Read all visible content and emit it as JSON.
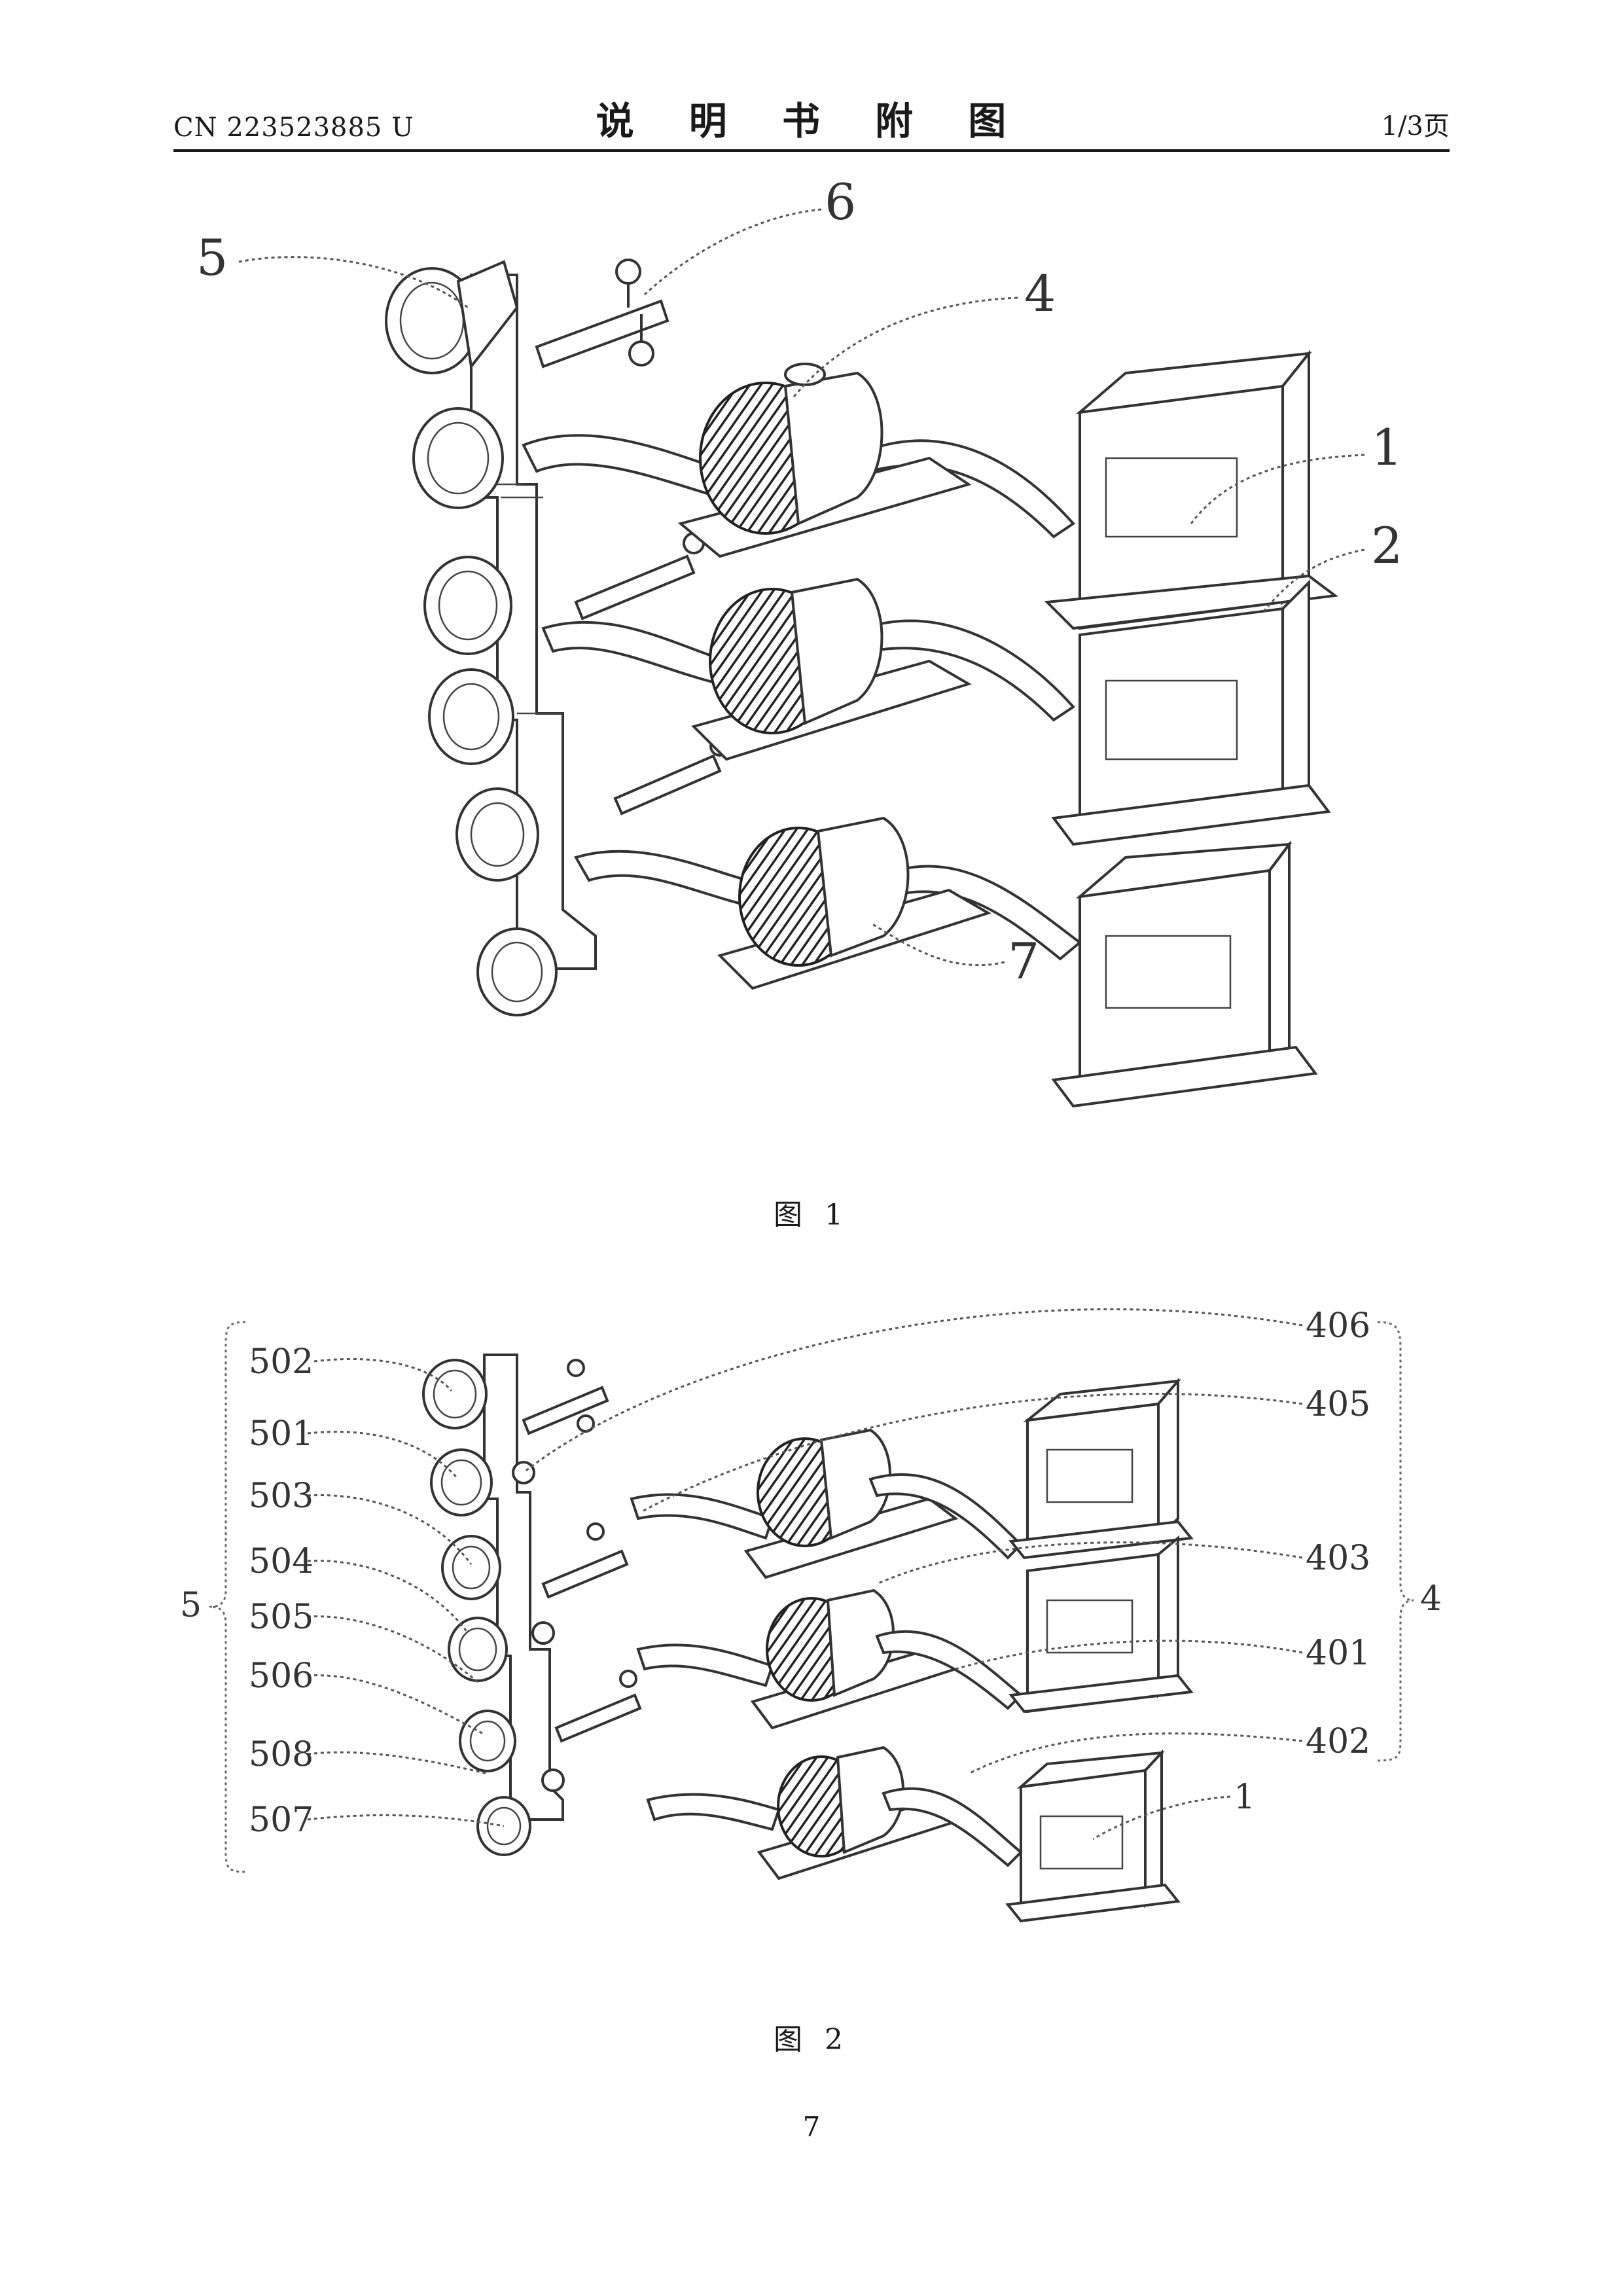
{
  "header": {
    "doc_number": "CN 223523885 U",
    "section_title": "说 明 书 附 图",
    "page_fraction": "1/3页"
  },
  "figure1": {
    "caption": "图 1",
    "labels": [
      "5",
      "6",
      "4",
      "1",
      "2",
      "7"
    ]
  },
  "figure2": {
    "caption": "图 2",
    "labels_left": [
      "502",
      "501",
      "503",
      "504",
      "505",
      "506",
      "508",
      "507"
    ],
    "label_group_left": "5",
    "labels_right": [
      "406",
      "405",
      "403",
      "401",
      "402",
      "1"
    ],
    "label_group_right": "4"
  },
  "footer": {
    "page_number": "7"
  }
}
